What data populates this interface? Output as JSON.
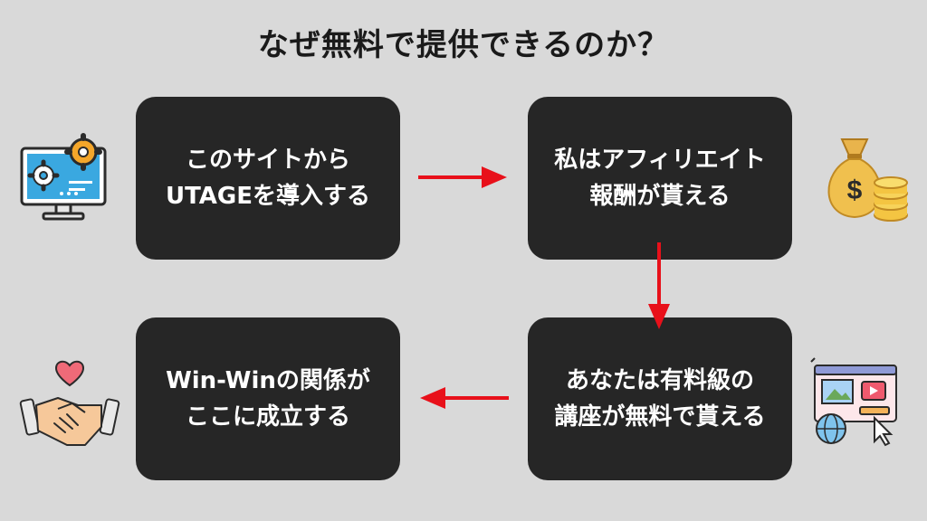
{
  "title": "なぜ無料で提供できるのか？",
  "steps": [
    {
      "lines": [
        "このサイトから",
        "UTAGEを導入する"
      ]
    },
    {
      "lines": [
        "私はアフィリエイト",
        "報酬が貰える"
      ]
    },
    {
      "lines": [
        "あなたは有料級の",
        "講座が無料で貰える"
      ]
    },
    {
      "lines": [
        "Win-Winの関係が",
        "ここに成立する"
      ]
    }
  ],
  "colors": {
    "arrow": "#e8101a",
    "box": "#262626",
    "background": "#d9d9d9"
  },
  "icons": [
    "monitor-gears-icon",
    "money-bag-icon",
    "online-course-icon",
    "handshake-heart-icon"
  ]
}
